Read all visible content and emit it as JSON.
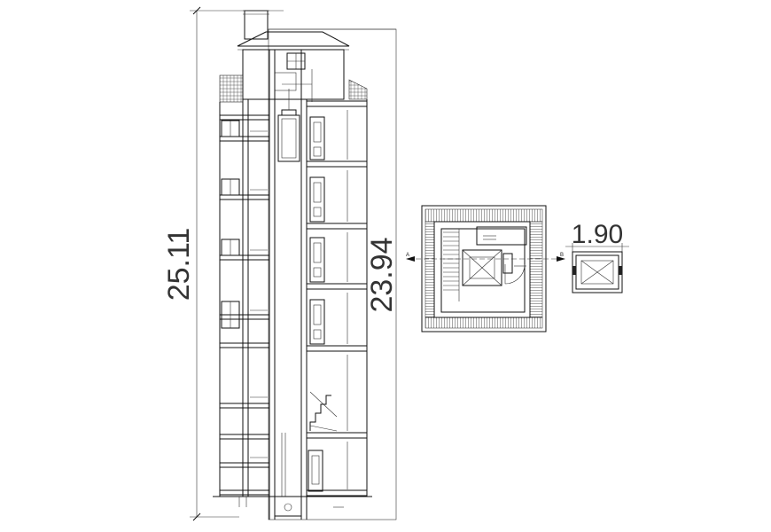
{
  "dimensions": {
    "total_height": "25.11",
    "shaft_height": "23.94",
    "cabin_width": "1.90"
  },
  "section_marks": {
    "left": "A",
    "right": "B"
  }
}
